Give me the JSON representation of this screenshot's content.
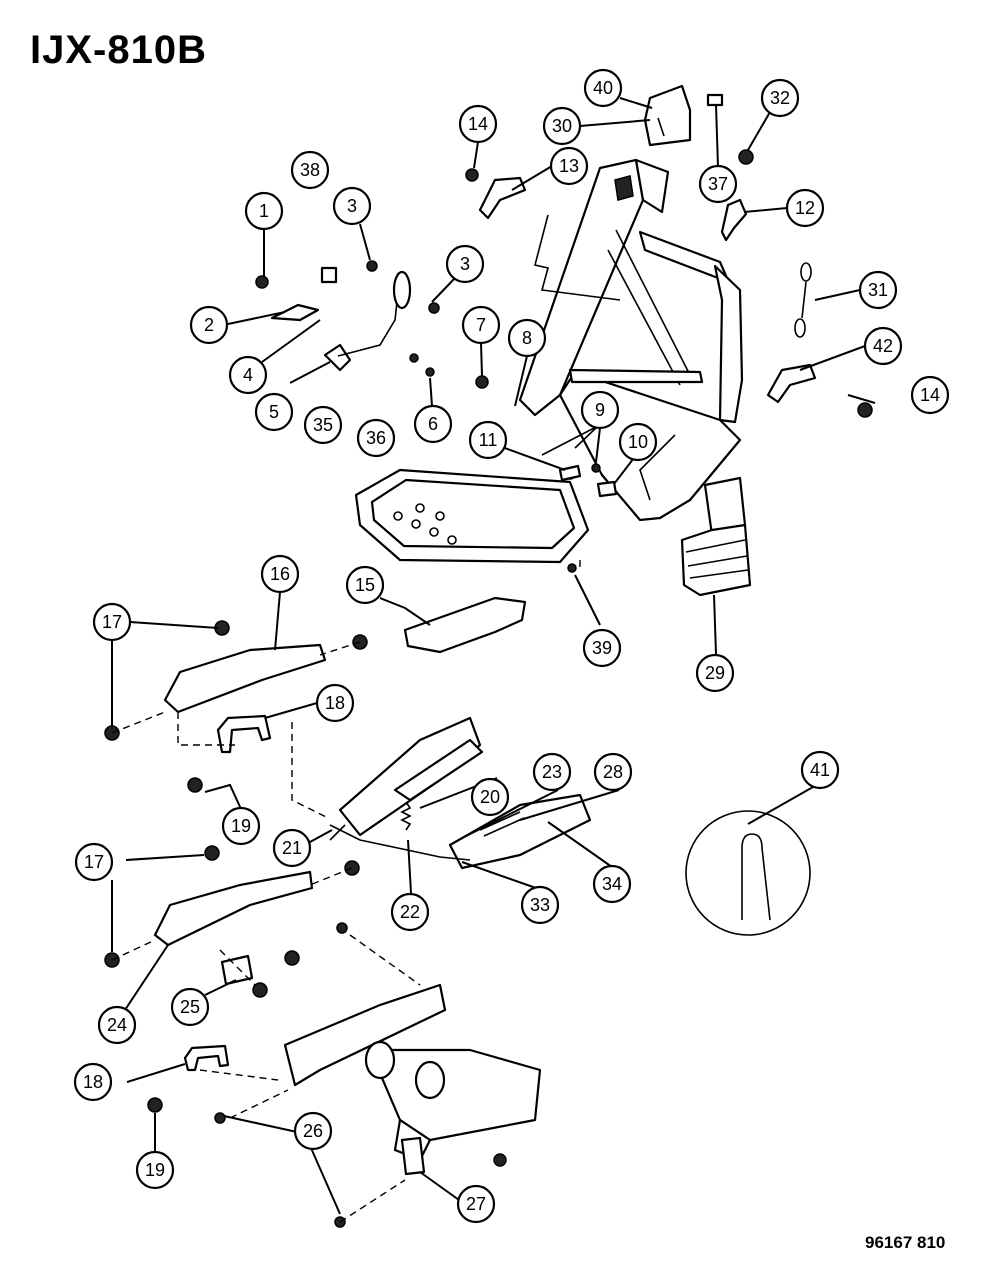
{
  "diagram_id": "IJX-810B",
  "figure_number": "96167 810",
  "callouts": [
    "1",
    "2",
    "3",
    "3",
    "4",
    "5",
    "6",
    "7",
    "8",
    "9",
    "10",
    "11",
    "12",
    "13",
    "14",
    "14",
    "15",
    "16",
    "17",
    "17",
    "18",
    "18",
    "19",
    "19",
    "20",
    "21",
    "22",
    "23",
    "24",
    "25",
    "26",
    "27",
    "28",
    "29",
    "30",
    "31",
    "32",
    "33",
    "34",
    "35",
    "36",
    "37",
    "38",
    "39",
    "40",
    "41",
    "42"
  ]
}
